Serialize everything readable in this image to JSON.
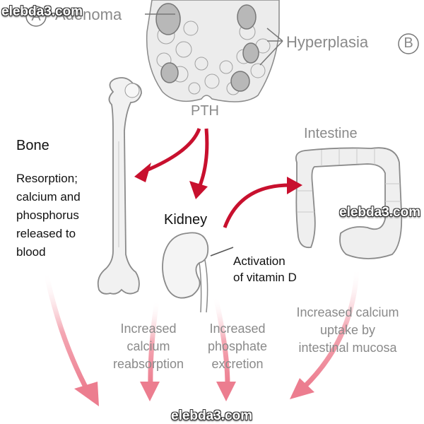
{
  "labels": {
    "adenoma": "Adenoma",
    "adenoma_marker": "A",
    "hyperplasia": "Hyperplasia",
    "hyperplasia_marker": "B",
    "pth": "PTH",
    "bone": "Bone",
    "bone_effect": [
      "Resorption;",
      "calcium and",
      "phosphorus",
      "released to",
      "blood"
    ],
    "kidney": "Kidney",
    "intestine": "Intestine",
    "activation": [
      "Activation",
      "of vitamin D"
    ],
    "kidney_effect_1": [
      "Increased",
      "calcium",
      "reabsorption"
    ],
    "kidney_effect_2": [
      "Increased",
      "phosphate",
      "excretion"
    ],
    "intestine_effect": [
      "Increased calcium",
      "uptake by",
      "intestinal mucosa"
    ]
  },
  "watermark": "elebda3.com",
  "colors": {
    "arrow_dark": "#c8102e",
    "arrow_light": "#f08a9a",
    "outline": "#8a8a8a"
  }
}
